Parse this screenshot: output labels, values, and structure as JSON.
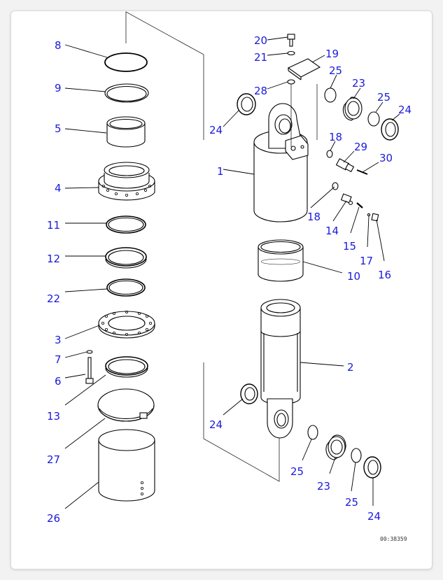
{
  "diagram": {
    "drawing_code": "00:38359",
    "callouts": {
      "c1": "1",
      "c2": "2",
      "c3": "3",
      "c4": "4",
      "c5": "5",
      "c6": "6",
      "c7": "7",
      "c8": "8",
      "c9": "9",
      "c10": "10",
      "c11": "11",
      "c12": "12",
      "c13": "13",
      "c14": "14",
      "c15": "15",
      "c16": "16",
      "c17": "17",
      "c18a": "18",
      "c18b": "18",
      "c19": "19",
      "c20": "20",
      "c21": "21",
      "c22": "22",
      "c23a": "23",
      "c23b": "23",
      "c24a": "24",
      "c24b": "24",
      "c24c": "24",
      "c24d": "24",
      "c25a": "25",
      "c25b": "25",
      "c25c": "25",
      "c25d": "25",
      "c26": "26",
      "c27": "27",
      "c28": "28",
      "c29": "29",
      "c30": "30"
    }
  }
}
